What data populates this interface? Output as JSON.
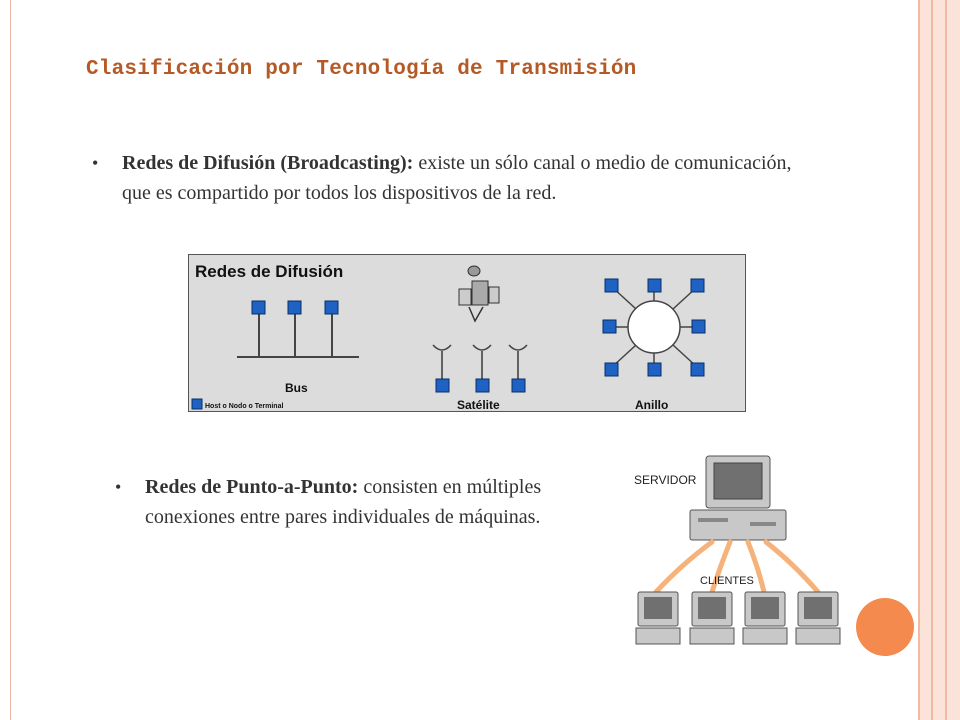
{
  "slide": {
    "title": "Clasificación por Tecnología de Transmisión",
    "bullets": [
      {
        "term": "Redes de Difusión (Broadcasting):",
        "text": " existe un sólo canal o medio de comunicación, que es compartido por todos los dispositivos de la red."
      },
      {
        "term": "Redes de Punto-a-Punto:",
        "text": " consisten en múltiples conexiones entre pares individuales de máquinas."
      }
    ]
  },
  "figure_broadcast": {
    "heading": "Redes de Difusión",
    "legend": "Host o Nodo o Terminal",
    "labels": {
      "bus": "Bus",
      "satellite": "Satélite",
      "ring": "Anillo"
    }
  },
  "figure_p2p": {
    "server_label": "SERVIDOR",
    "clients_label": "CLIENTES"
  },
  "colors": {
    "title": "#b55a26",
    "node": "#1f62c4",
    "accent_orange": "#f58a4e",
    "link_orange": "#f5b27a"
  }
}
